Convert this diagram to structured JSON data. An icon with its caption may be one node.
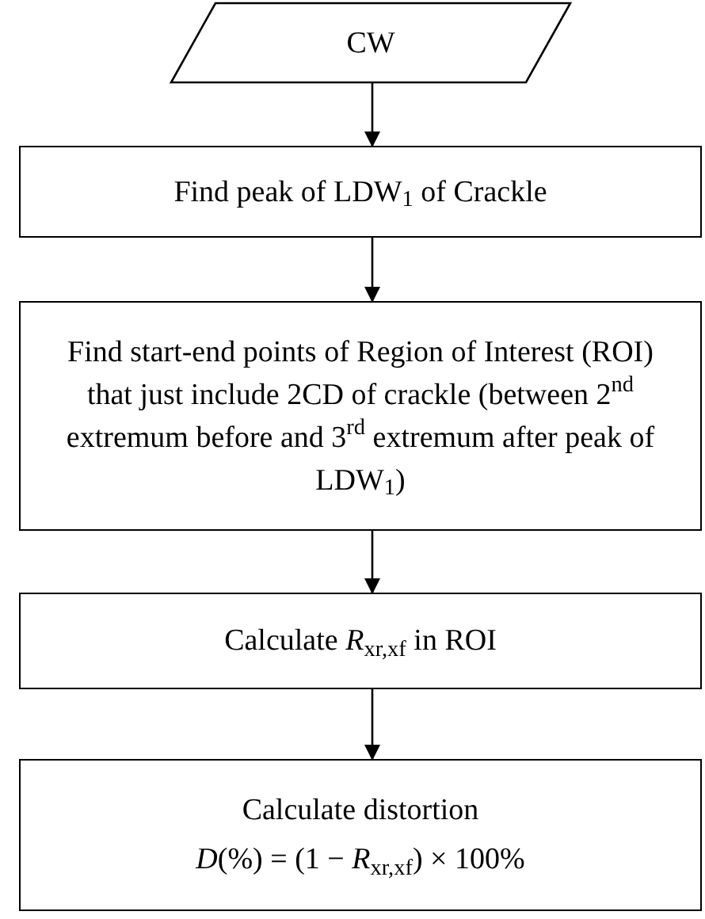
{
  "diagram": {
    "nodes": [
      {
        "text": [
          "CW"
        ]
      },
      {
        "text": [
          "Find peak of LDW$_{1}$ of Crackle"
        ]
      },
      {
        "text": [
          "Find start-end points of Region of Interest (ROI) that just include 2CD of crackle (between 2$^{nd}$ extremum before and 3$^{rd}$ extremum after peak of LDW$_{1}$)"
        ]
      },
      {
        "text": [
          "Calculate *R*$_{xr,xf}$ in ROI"
        ]
      },
      {
        "text": [
          "Calculate distortion",
          "*D*(%) = (1 − *R*$_{xr,xf}$) × 100%"
        ]
      }
    ],
    "edges": [
      {
        "from": 0,
        "to": 1,
        "arrow": "to"
      },
      {
        "from": 1,
        "to": 2,
        "arrow": "to"
      },
      {
        "from": 2,
        "to": 3,
        "arrow": "to"
      },
      {
        "from": 3,
        "to": 4,
        "arrow": "to"
      }
    ]
  }
}
